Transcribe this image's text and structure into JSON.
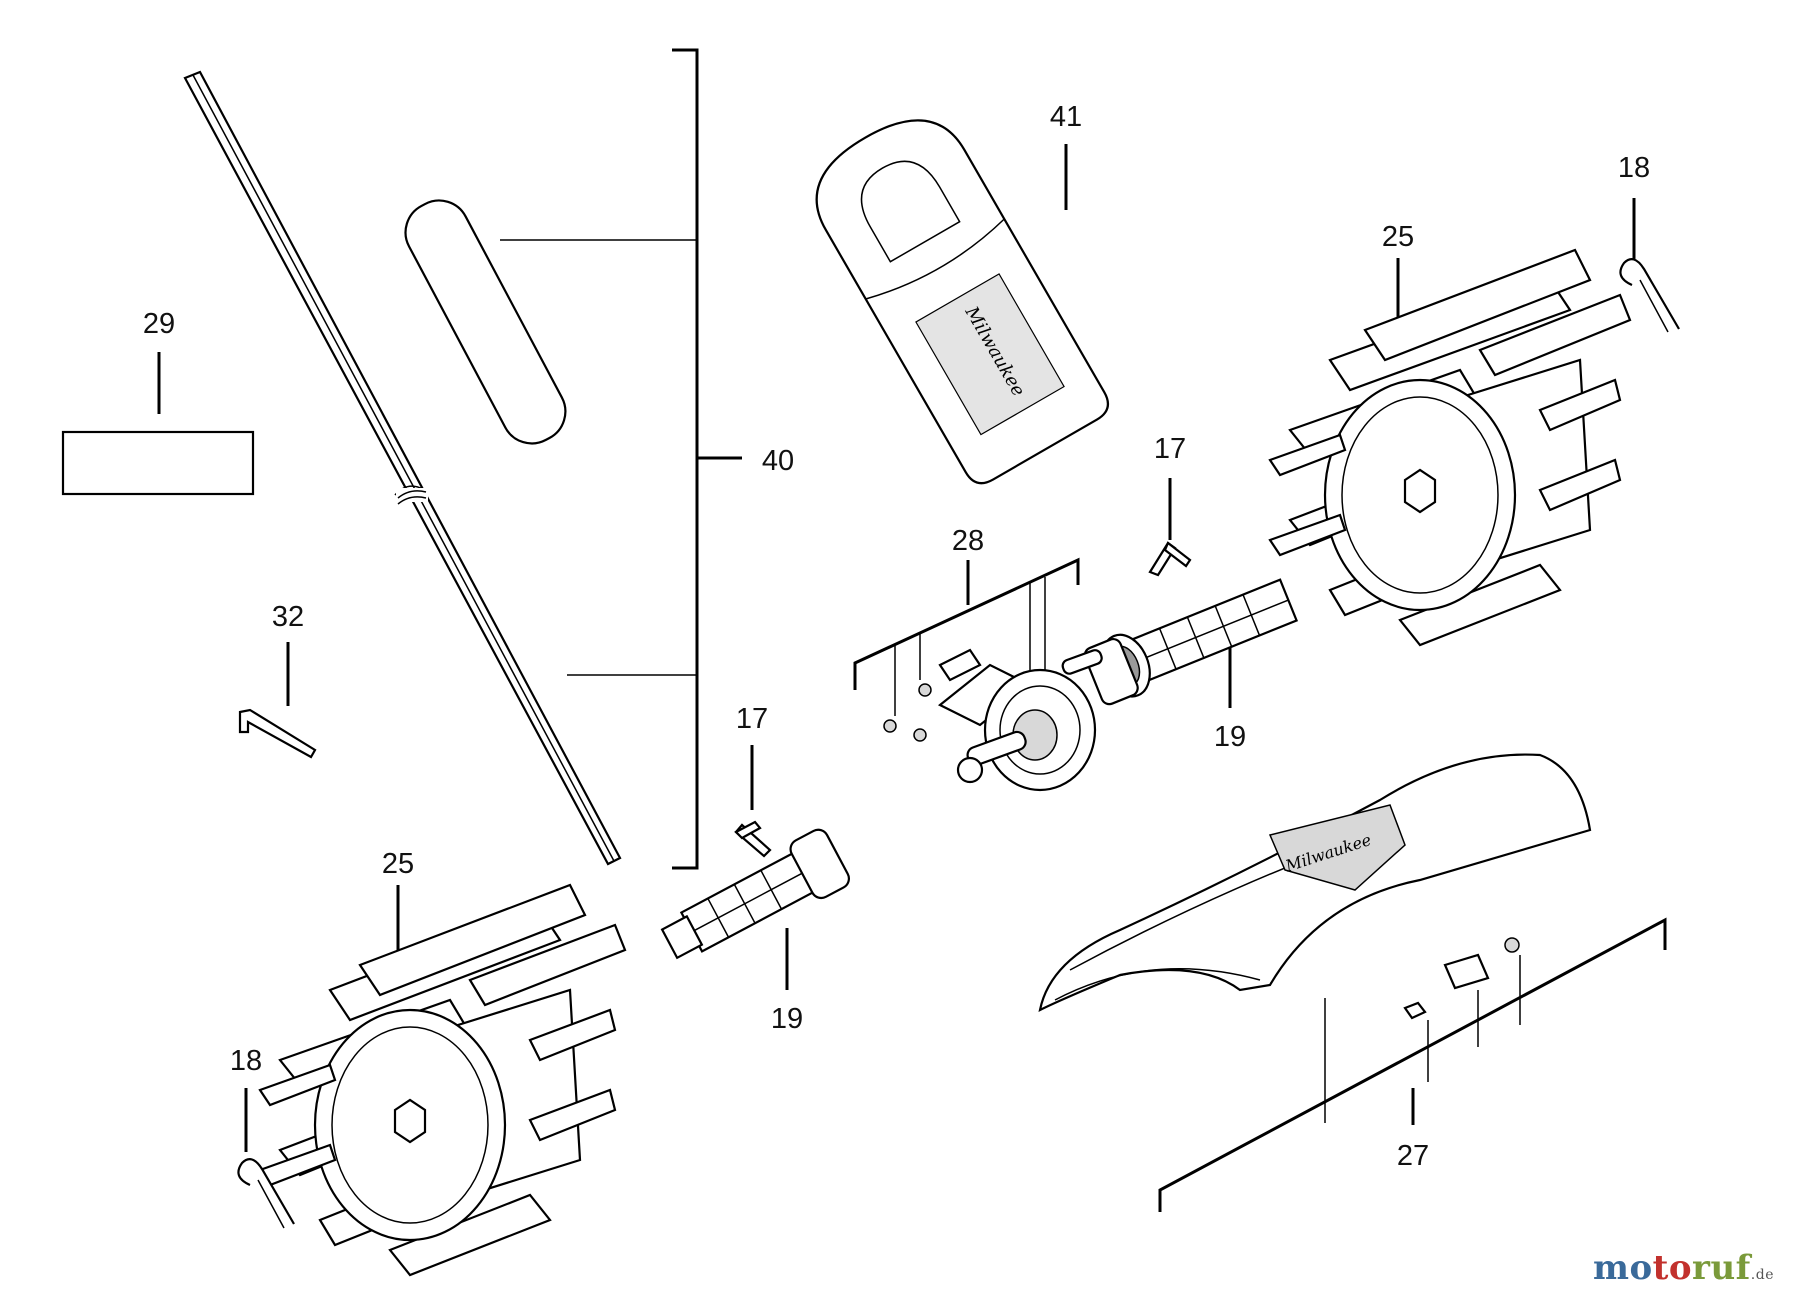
{
  "labels": {
    "p41": "41",
    "p18_top": "18",
    "p25_top": "25",
    "p29": "29",
    "p40": "40",
    "p17_mid": "17",
    "p28": "28",
    "p32": "32",
    "p19_mid": "19",
    "p17_low": "17",
    "p25_low": "25",
    "p19_low": "19",
    "p18_low": "18",
    "p27": "27"
  },
  "watermark": {
    "part1": "mo",
    "part2": "to",
    "part3": "ruf",
    "tld": ".de"
  }
}
